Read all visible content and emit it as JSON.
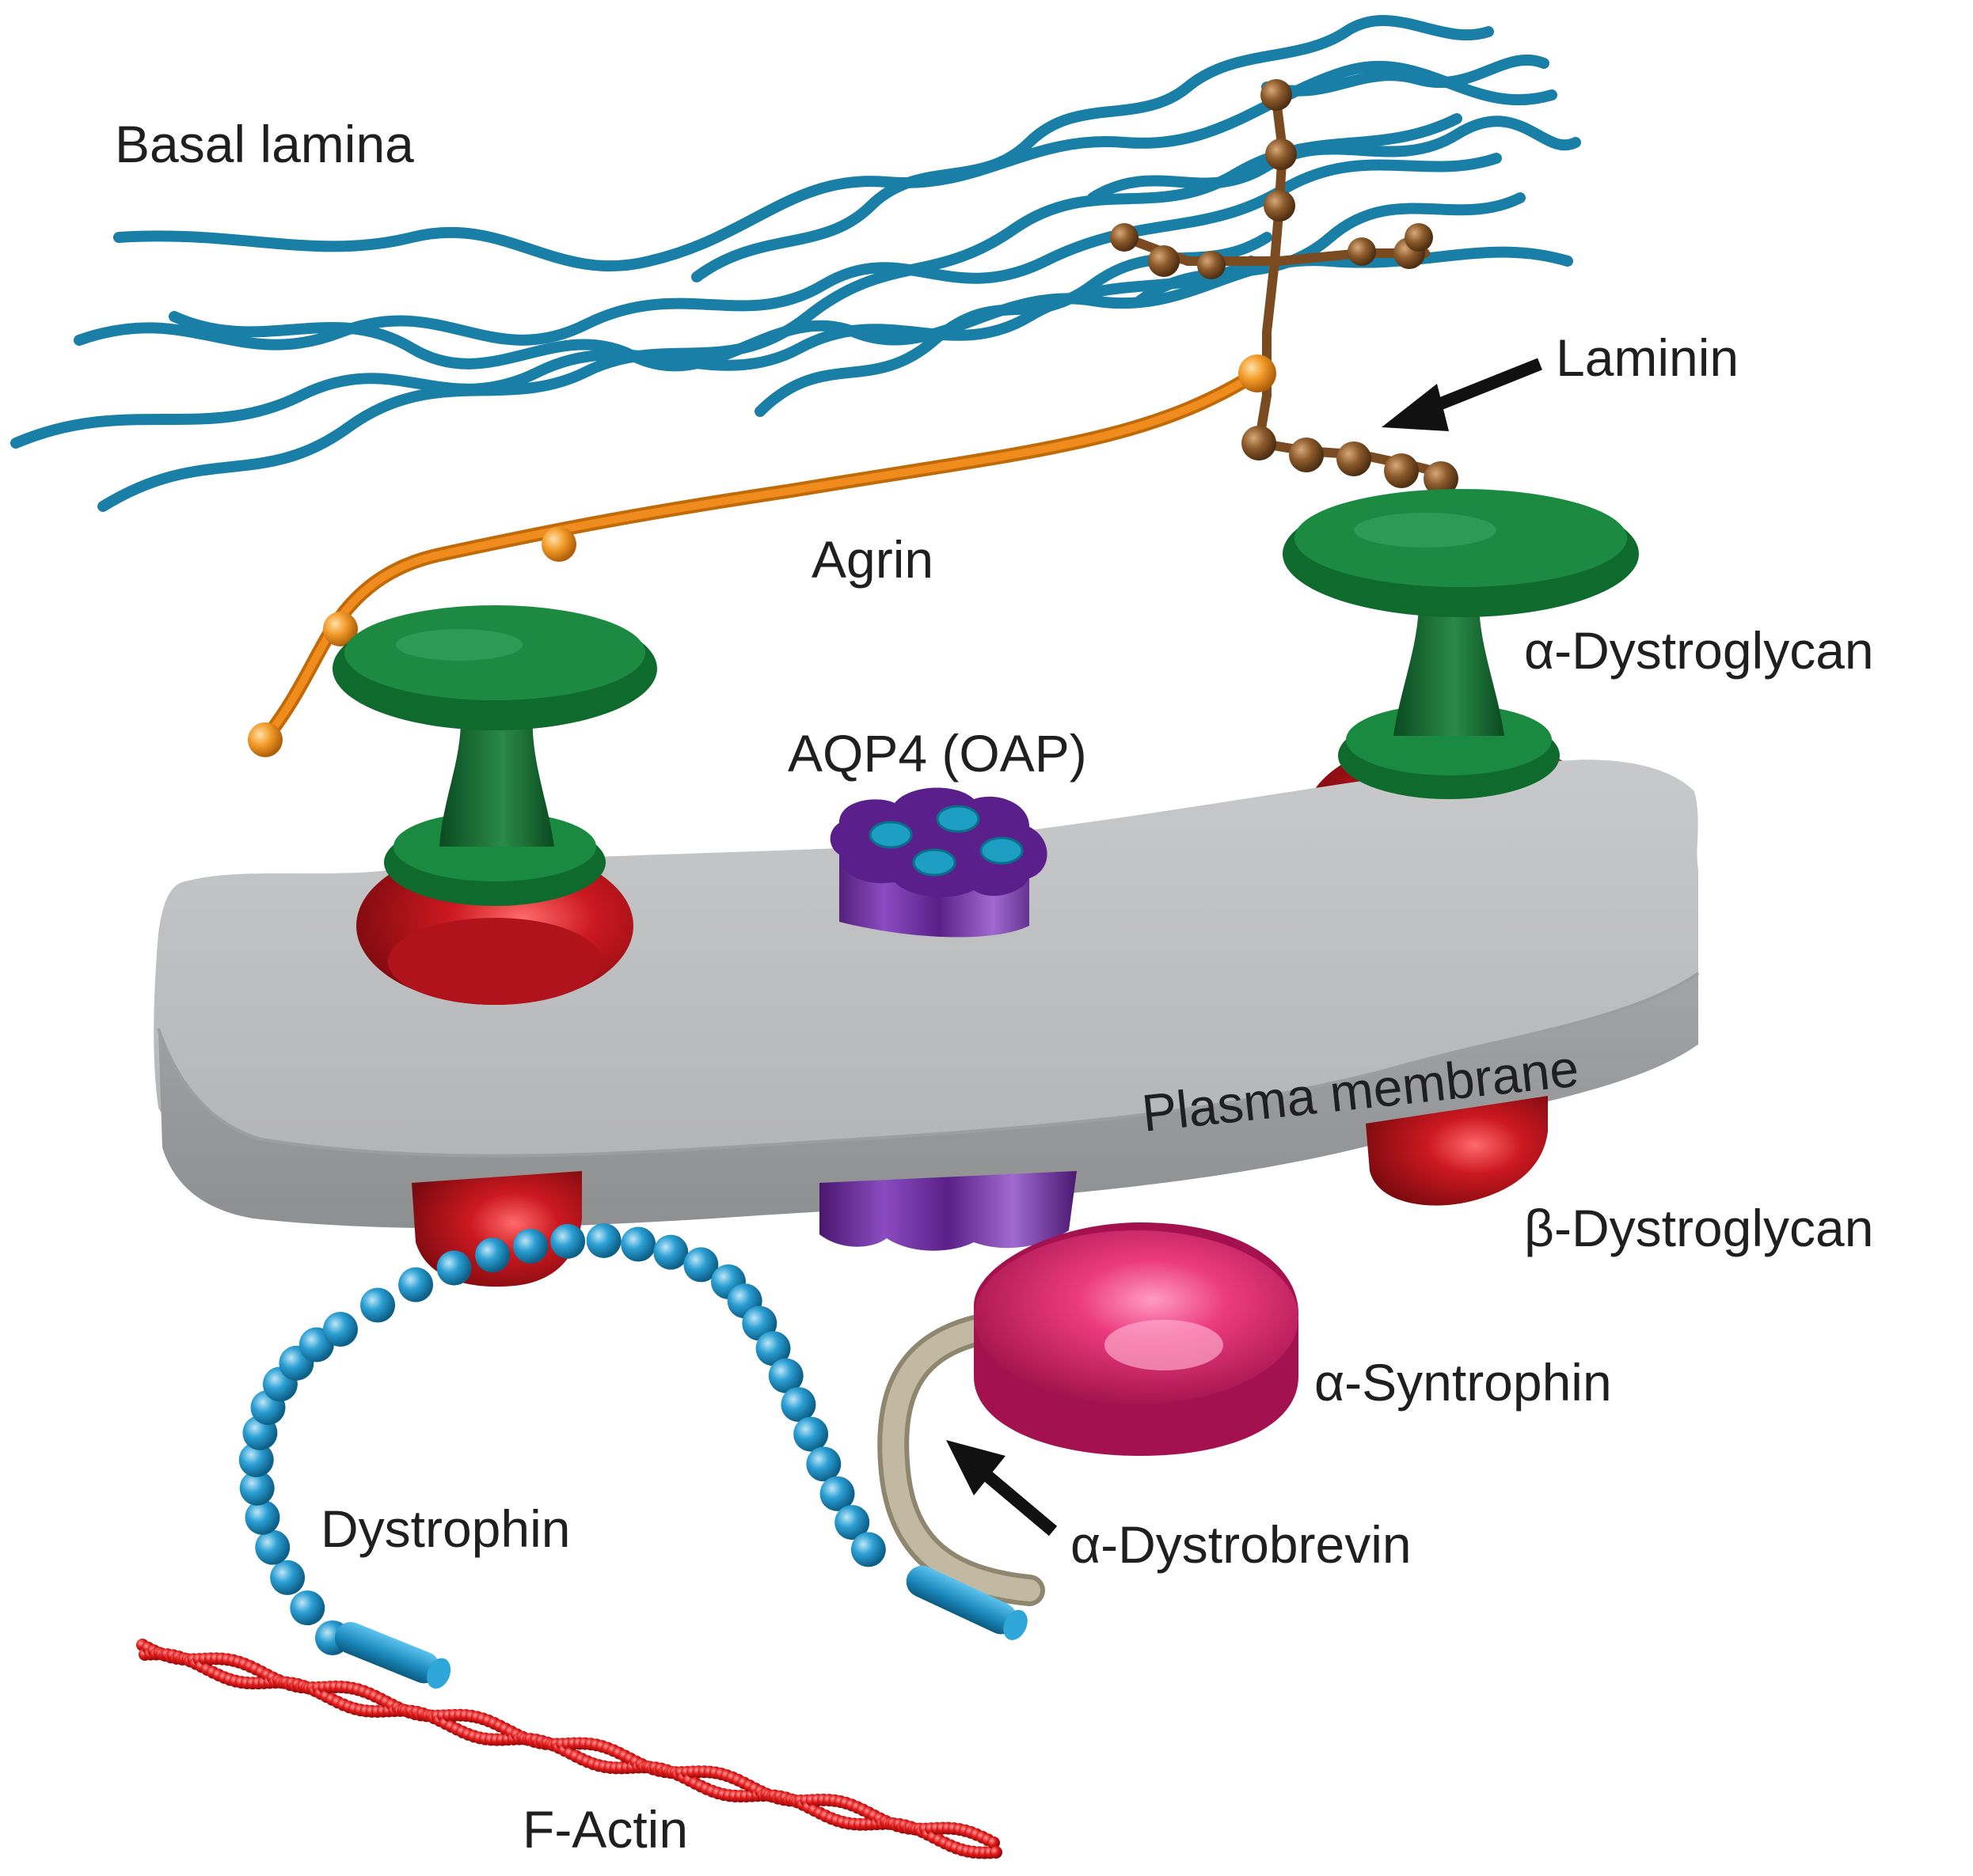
{
  "labels": {
    "basal_lamina": "Basal lamina",
    "laminin": "Laminin",
    "agrin": "Agrin",
    "alpha_dystroglycan": "α-Dystroglycan",
    "aqp4": "AQP4 (OAP)",
    "plasma_membrane": "Plasma membrane",
    "beta_dystroglycan": "β-Dystroglycan",
    "alpha_syntrophin": "α-Syntrophin",
    "dystrophin": "Dystrophin",
    "alpha_dystrobrevin": "α-Dystrobrevin",
    "f_actin": "F-Actin"
  },
  "colors": {
    "lamina_blue": "#1a7fa6",
    "laminin_brown": "#8b5a2b",
    "agrin_orange": "#f08c1e",
    "dystroglycan_green": "#0f6a2e",
    "beta_red": "#c4141e",
    "membrane_gray": "#bdbec0",
    "aqp4_purple": "#6b2a9a",
    "syntrophin_pink": "#e0286e",
    "dystrophin_blue": "#2b9fd4",
    "dystrobrevin_tan": "#b8ae98",
    "actin_red": "#e01a1a",
    "arrow_black": "#111111"
  },
  "icons": [
    "arrow-icon"
  ]
}
